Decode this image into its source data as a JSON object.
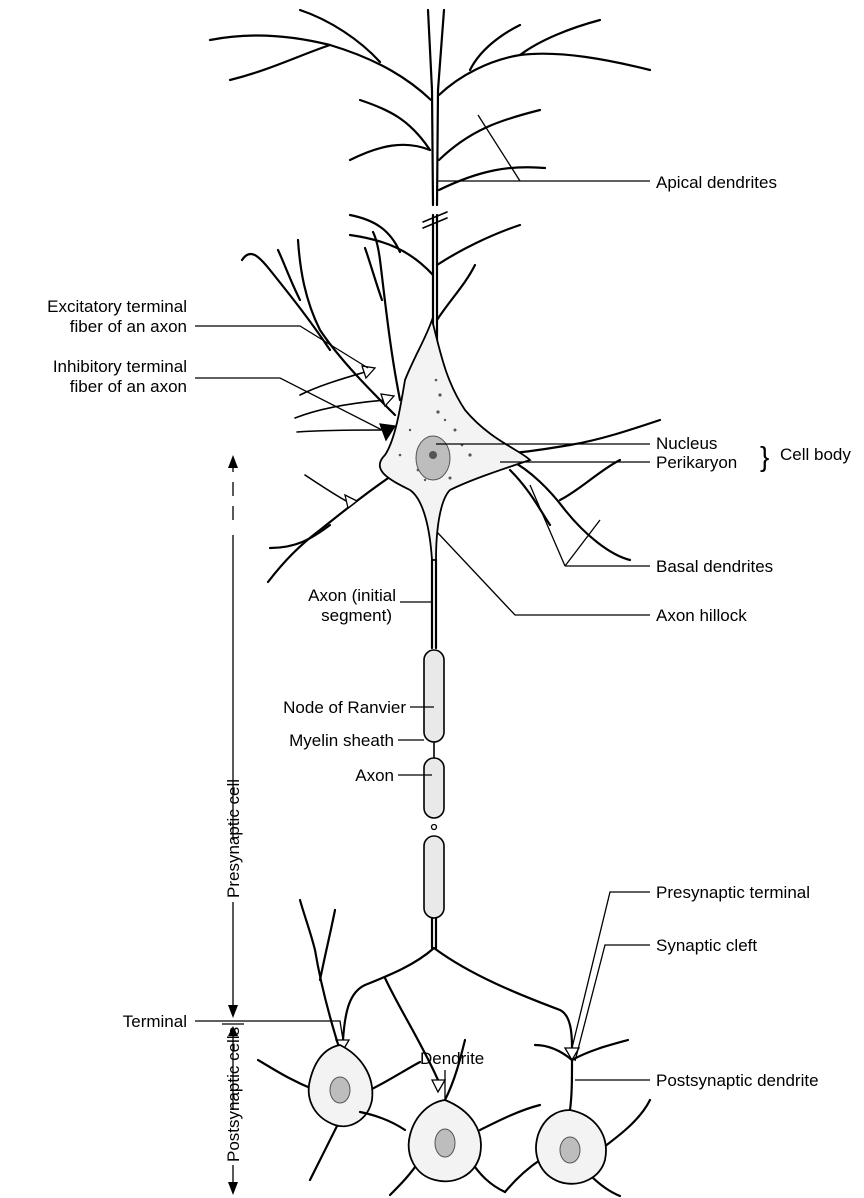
{
  "labels": {
    "apical_dendrites": "Apical dendrites",
    "excitatory_1": "Excitatory terminal",
    "excitatory_2": "fiber of an axon",
    "inhibitory_1": "Inhibitory terminal",
    "inhibitory_2": "fiber of an axon",
    "nucleus": "Nucleus",
    "perikaryon": "Perikaryon",
    "cell_body": "Cell body",
    "basal_dendrites": "Basal dendrites",
    "axon_initial_1": "Axon (initial",
    "axon_initial_2": "segment)",
    "axon_hillock": "Axon hillock",
    "node_of_ranvier": "Node of Ranvier",
    "myelin_sheath": "Myelin sheath",
    "axon": "Axon",
    "terminal": "Terminal",
    "dendrite": "Dendrite",
    "presynaptic_terminal": "Presynaptic terminal",
    "synaptic_cleft": "Synaptic cleft",
    "postsynaptic_dendrite": "Postsynaptic dendrite",
    "presynaptic_cell": "Presynaptic cell",
    "postsynaptic_cells": "Postsynaptic cells"
  },
  "colors": {
    "line": "#000000",
    "cytoplasm": "#f3f3f3",
    "nucleus": "#bdbdbd",
    "myelin": "#e9e9e9"
  }
}
